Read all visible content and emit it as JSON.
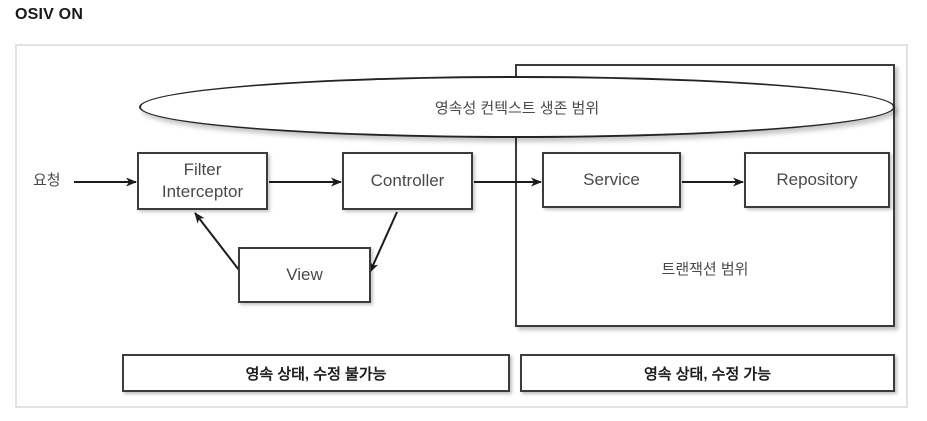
{
  "page": {
    "title": "OSIV ON"
  },
  "diagram": {
    "request_label": "요청",
    "persistence_scope_label": "영속성 컨텍스트 생존 범위",
    "transaction_scope_label": "트랜잭션 범위",
    "nodes": [
      {
        "id": "filter",
        "line1": "Filter",
        "line2": "Interceptor"
      },
      {
        "id": "controller",
        "line1": "Controller",
        "line2": ""
      },
      {
        "id": "view",
        "line1": "View",
        "line2": ""
      },
      {
        "id": "service",
        "line1": "Service",
        "line2": ""
      },
      {
        "id": "repository",
        "line1": "Repository",
        "line2": ""
      }
    ],
    "state_bars": [
      {
        "id": "readonly",
        "label": "영속 상태, 수정 불가능"
      },
      {
        "id": "writable",
        "label": "영속 상태, 수정 가능"
      }
    ],
    "arrows": [
      {
        "from": "request",
        "to": "filter"
      },
      {
        "from": "filter",
        "to": "controller"
      },
      {
        "from": "controller",
        "to": "service"
      },
      {
        "from": "service",
        "to": "repository"
      },
      {
        "from": "controller",
        "to": "view"
      },
      {
        "from": "view",
        "to": "filter"
      }
    ],
    "colors": {
      "stroke": "#3c3c3c",
      "text": "#4a4a4a",
      "frame_border": "#e2e2e2",
      "title": "#16191d"
    }
  }
}
